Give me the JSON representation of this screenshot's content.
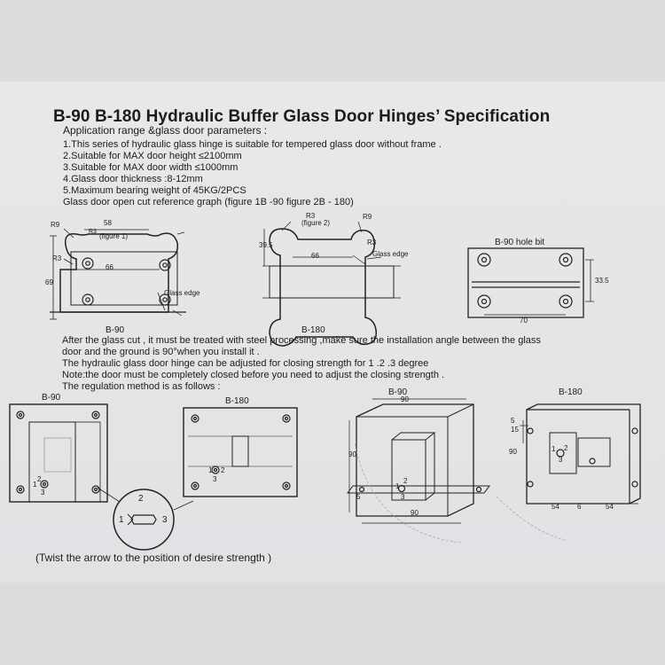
{
  "title": "B-90  B-180 Hydraulic Buffer Glass Door Hinges’ Specification",
  "application": {
    "heading": "Application range &glass door parameters :",
    "items": [
      "1.This series of hydraulic glass hinge is suitable for tempered glass door without frame .",
      "2.Suitable for MAX door height ≤2100mm",
      "3.Suitable for MAX door width ≤1000mm",
      "4.Glass door thickness :8-12mm",
      "5.Maximum bearing weight of 45KG/2PCS"
    ],
    "graph_heading": "Glass door open cut reference graph (figure 1B -90 figure 2B - 180)"
  },
  "figure1": {
    "r9": "R9",
    "r3_top": "R3",
    "figure_label": "(figure 1)",
    "dim_58": "58",
    "r3_side": "R3",
    "dim_66": "66",
    "dim_69": "69",
    "glass_edge": "Glass edge",
    "model": "B-90"
  },
  "figure2": {
    "r3": "R3",
    "figure_label": "(figure 2)",
    "r9": "R9",
    "dim_39_5": "39.5",
    "dim_66": "66",
    "r3_side": "R3",
    "glass_edge": "Glass edge",
    "model": "B-180"
  },
  "hole_bit": {
    "title": "B-90 hole bit",
    "dim_33_5": "33.5",
    "dim_70": "70"
  },
  "notes": [
    "After the glass cut , it must be treated with steel processing ,make sure the installation angle between the glass",
    "door and the ground is 90°when you install it .",
    "The hydraulic glass door hinge can be adjusted for closing strength for 1 .2 .3 degree",
    "Note:the door must be completely closed before you need to adjust the closing strength .",
    "The regulation method is as follows :"
  ],
  "regulation": {
    "b90_label": "B-90",
    "b180_label": "B-180",
    "b90_pos": [
      "1",
      "2",
      "3"
    ],
    "b180_pos": [
      "1",
      "2",
      "3"
    ],
    "dial": [
      "1",
      "2",
      "3"
    ],
    "twist_note": "(Twist the arrow to the position of desire strength )"
  },
  "iso_b90": {
    "model": "B-90",
    "dim_top": "90",
    "dim_side": "90",
    "dim_bottom": "90",
    "dim_5": "5",
    "pos": [
      "1",
      "2",
      "3"
    ]
  },
  "iso_b180": {
    "model": "B-180",
    "dim_5": "5",
    "dim_15": "15",
    "dim_90": "90",
    "dim_54a": "54",
    "dim_6": "6",
    "dim_54b": "54",
    "pos": [
      "1",
      "2",
      "3"
    ]
  }
}
